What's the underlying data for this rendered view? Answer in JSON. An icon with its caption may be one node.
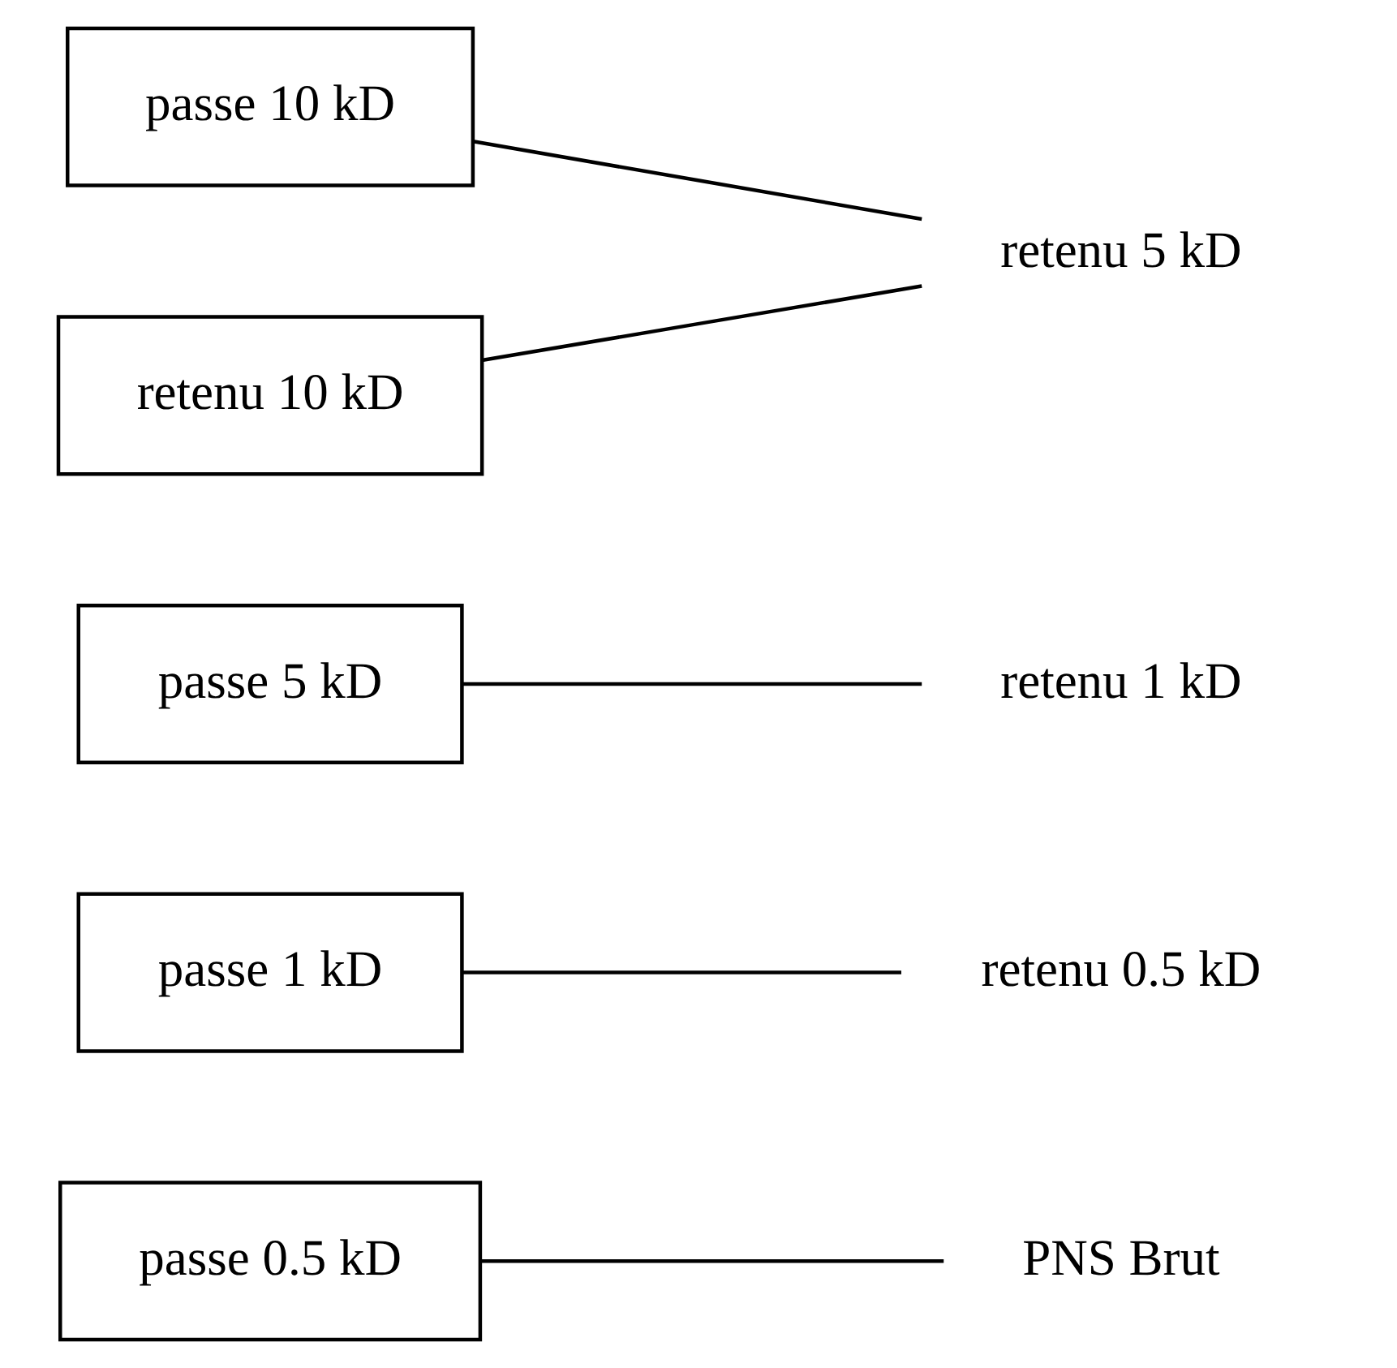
{
  "diagram": {
    "nodes": [
      {
        "text": [
          "PNS Brut"
        ]
      },
      {
        "text": [
          "passe 0.5 kD"
        ]
      },
      {
        "text": [
          "retenu 0.5 kD"
        ]
      },
      {
        "text": [
          "passe 1 kD"
        ]
      },
      {
        "text": [
          "retenu 1 kD"
        ]
      },
      {
        "text": [
          "passe 5 kD"
        ]
      },
      {
        "text": [
          "retenu 5 kD"
        ]
      },
      {
        "text": [
          "passe 10 kD"
        ]
      },
      {
        "text": [
          "retenu 10 kD"
        ]
      }
    ],
    "edges": [
      {
        "from": 0,
        "to": 1,
        "arrow": "none"
      },
      {
        "from": 2,
        "to": 3,
        "arrow": "none"
      },
      {
        "from": 4,
        "to": 5,
        "arrow": "none"
      },
      {
        "from": 6,
        "to": 7,
        "arrow": "none"
      },
      {
        "from": 6,
        "to": 8,
        "arrow": "none"
      }
    ]
  }
}
